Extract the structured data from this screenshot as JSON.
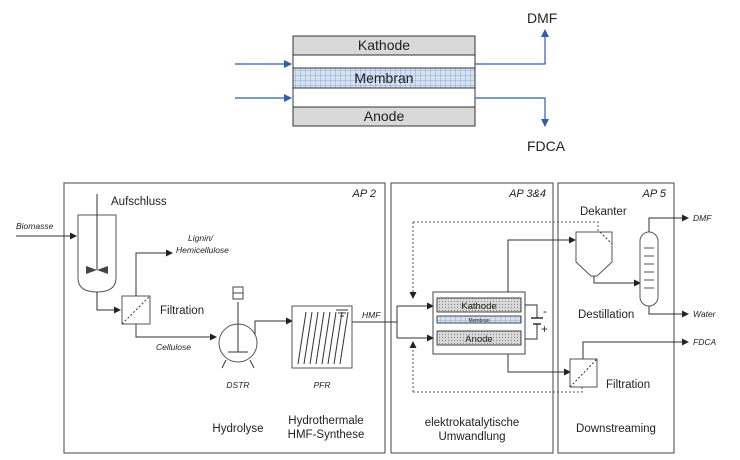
{
  "top": {
    "layers": [
      "Kathode",
      "Membran",
      "Anode"
    ],
    "outputs": [
      "DMF",
      "FDCA"
    ]
  },
  "sections": {
    "ap2": "AP 2",
    "ap34": "AP 3&4",
    "ap5": "AP 5"
  },
  "labels": {
    "aufschluss": "Aufschluss",
    "biomasse": "Biomasse",
    "lignin_line1": "Lignin/",
    "lignin_line2": "Hemicellulose",
    "filtration": "Filtration",
    "cellulose": "Cellulose",
    "dstr": "DSTR",
    "pfr": "PFR",
    "hmf": "HMF",
    "hydrolyse": "Hydrolyse",
    "hydro_line1": "Hydrothermale",
    "hydro_line2": "HMF-Synthese",
    "kathode": "Kathode",
    "membran": "Membran",
    "anode": "Anode",
    "minus": "-",
    "plus": "+",
    "elektro_line1": "elektrokatalytische",
    "elektro_line2": "Umwandlung",
    "dekanter": "Dekanter",
    "destillation": "Destillation",
    "filtration2": "Filtration",
    "downstreaming": "Downstreaming",
    "dmf": "DMF",
    "water": "Water",
    "fdca": "FDCA"
  }
}
